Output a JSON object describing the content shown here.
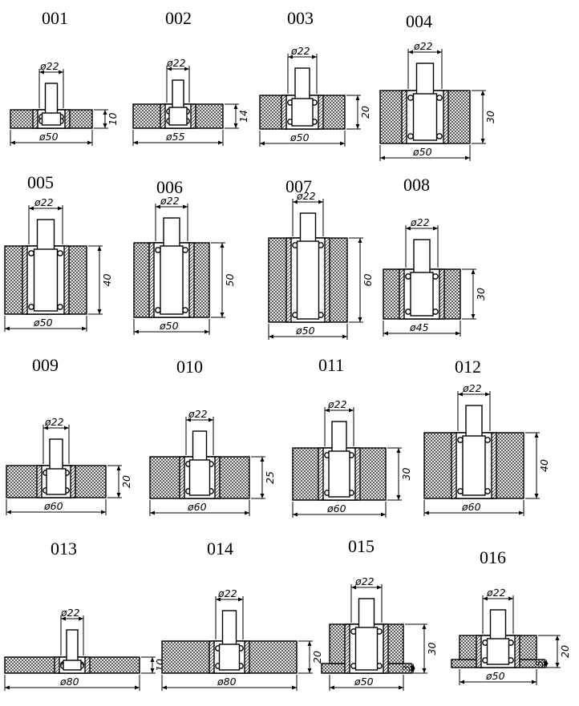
{
  "colors": {
    "ink": "#000000",
    "paper": "#ffffff",
    "crosshatch": "#000000"
  },
  "parts": [
    {
      "id": "001",
      "shaft_dia": "ø22",
      "outer_dia": "ø50",
      "height": "10"
    },
    {
      "id": "002",
      "shaft_dia": "ø22",
      "outer_dia": "ø55",
      "height": "14"
    },
    {
      "id": "003",
      "shaft_dia": "ø22",
      "outer_dia": "ø50",
      "height": "20"
    },
    {
      "id": "004",
      "shaft_dia": "ø22",
      "outer_dia": "ø50",
      "height": "30"
    },
    {
      "id": "005",
      "shaft_dia": "ø22",
      "outer_dia": "ø50",
      "height": "40"
    },
    {
      "id": "006",
      "shaft_dia": "ø22",
      "outer_dia": "ø50",
      "height": "50"
    },
    {
      "id": "007",
      "shaft_dia": "ø22",
      "outer_dia": "ø50",
      "height": "60"
    },
    {
      "id": "008",
      "shaft_dia": "ø22",
      "outer_dia": "ø45",
      "height": "30"
    },
    {
      "id": "009",
      "shaft_dia": "ø22",
      "outer_dia": "ø60",
      "height": "20"
    },
    {
      "id": "010",
      "shaft_dia": "ø22",
      "outer_dia": "ø60",
      "height": "25"
    },
    {
      "id": "011",
      "shaft_dia": "ø22",
      "outer_dia": "ø60",
      "height": "30"
    },
    {
      "id": "012",
      "shaft_dia": "ø22",
      "outer_dia": "ø60",
      "height": "40"
    },
    {
      "id": "013",
      "shaft_dia": "ø22",
      "outer_dia": "ø80",
      "height": "10"
    },
    {
      "id": "014",
      "shaft_dia": "ø22",
      "outer_dia": "ø80",
      "height": "20"
    },
    {
      "id": "015",
      "shaft_dia": "ø22",
      "outer_dia": "ø50",
      "height": "30",
      "step_height": "3"
    },
    {
      "id": "016",
      "shaft_dia": "ø22",
      "outer_dia": "ø50",
      "height": "20",
      "step_height": "5"
    }
  ]
}
